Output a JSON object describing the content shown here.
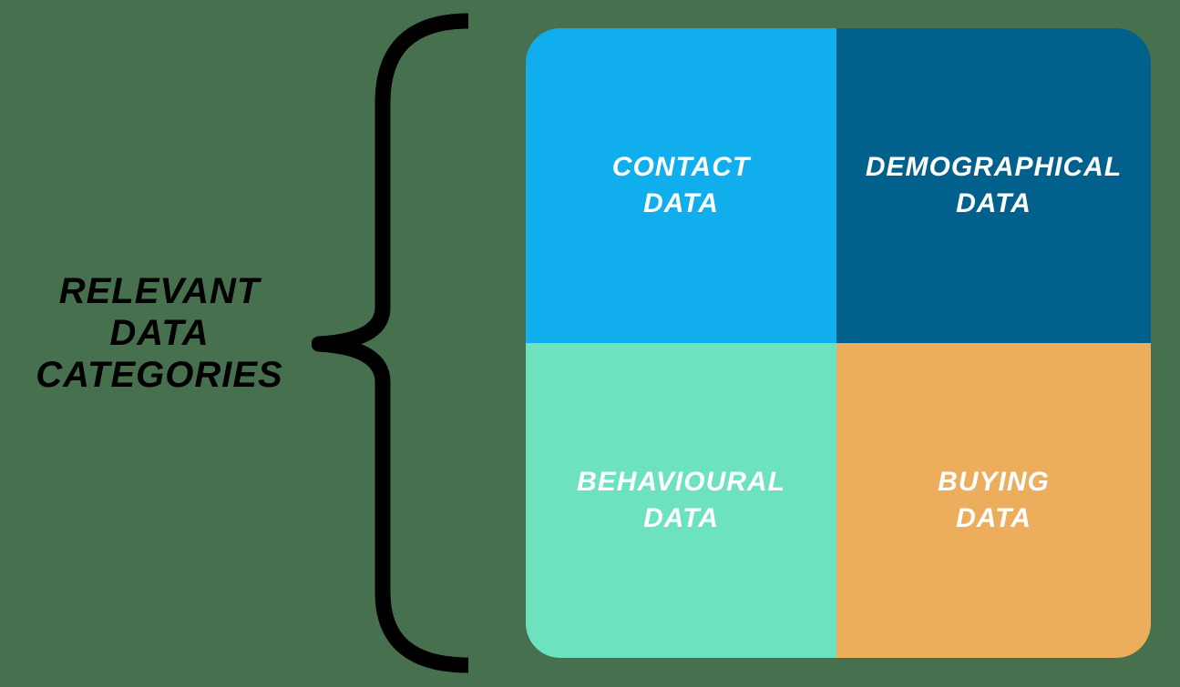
{
  "title": {
    "lines": [
      "RELEVANT",
      "DATA",
      "CATEGORIES"
    ]
  },
  "brace": {
    "shape": "left-curly-brace",
    "color": "#000000"
  },
  "quadrants": [
    {
      "id": "contact",
      "line1": "CONTACT",
      "line2": "DATA",
      "color": "#10AEEC",
      "text_color": "#FFFFFF"
    },
    {
      "id": "demographical",
      "line1": "DEMOGRAPHICAL",
      "line2": "DATA",
      "color": "#02618C",
      "text_color": "#FFFFFF"
    },
    {
      "id": "behavioural",
      "line1": "BEHAVIOURAL",
      "line2": "DATA",
      "color": "#6CE2BE",
      "text_color": "#FFFFFF"
    },
    {
      "id": "buying",
      "line1": "BUYING",
      "line2": "DATA",
      "color": "#ECAD5C",
      "text_color": "#FFFFFF"
    }
  ],
  "colors": {
    "background": "#47714E",
    "title_text": "#000000"
  }
}
